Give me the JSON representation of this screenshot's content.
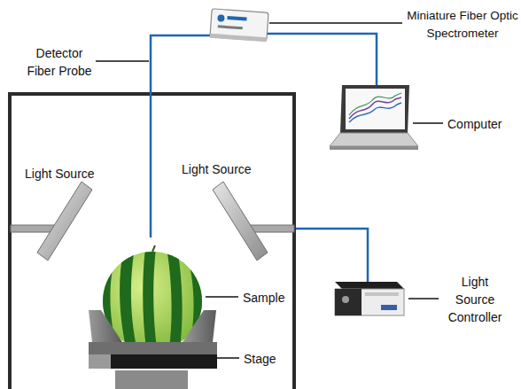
{
  "diagram": {
    "labels": [
      "Miniature Fiber Optic Spectrometer",
      "Detector Fiber Probe",
      "Computer",
      "Light Source",
      "Light Source",
      "Sample",
      "Stage",
      "Light Source Controller"
    ]
  }
}
